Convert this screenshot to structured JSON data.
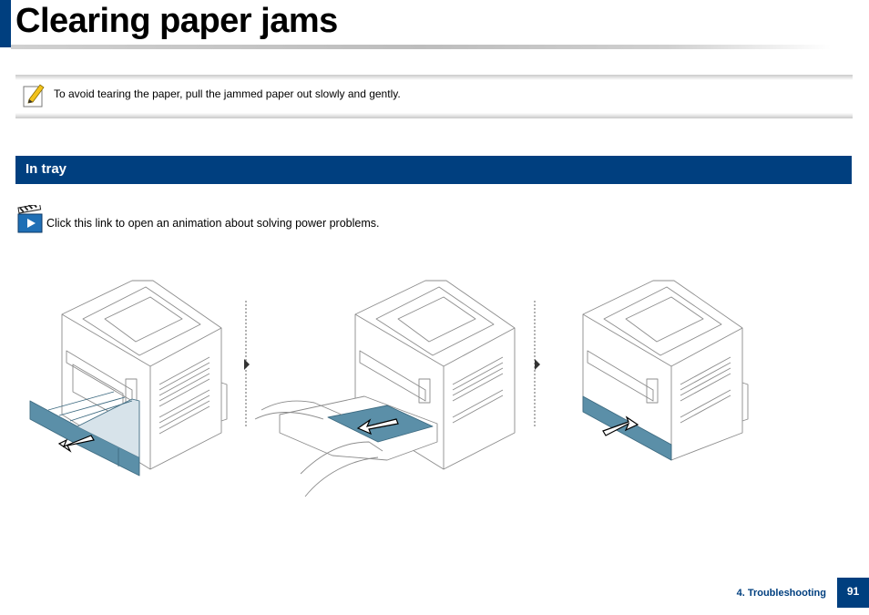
{
  "page": {
    "title": "Clearing paper jams"
  },
  "note": {
    "icon": "note-pencil-icon",
    "text": "To avoid tearing the paper, pull the jammed paper out slowly and gently."
  },
  "section": {
    "title": "In tray"
  },
  "animation_link": {
    "icon": "video-clapperboard-icon",
    "text": "Click this link to open an animation about solving power problems."
  },
  "illustration": {
    "steps": [
      "pull-out-tray",
      "remove-jammed-paper",
      "push-tray-back"
    ]
  },
  "footer": {
    "chapter": "4.  Troubleshooting",
    "page_number": "91"
  },
  "colors": {
    "brand_blue": "#003f7f",
    "tray_blue": "#5b8fa8"
  }
}
